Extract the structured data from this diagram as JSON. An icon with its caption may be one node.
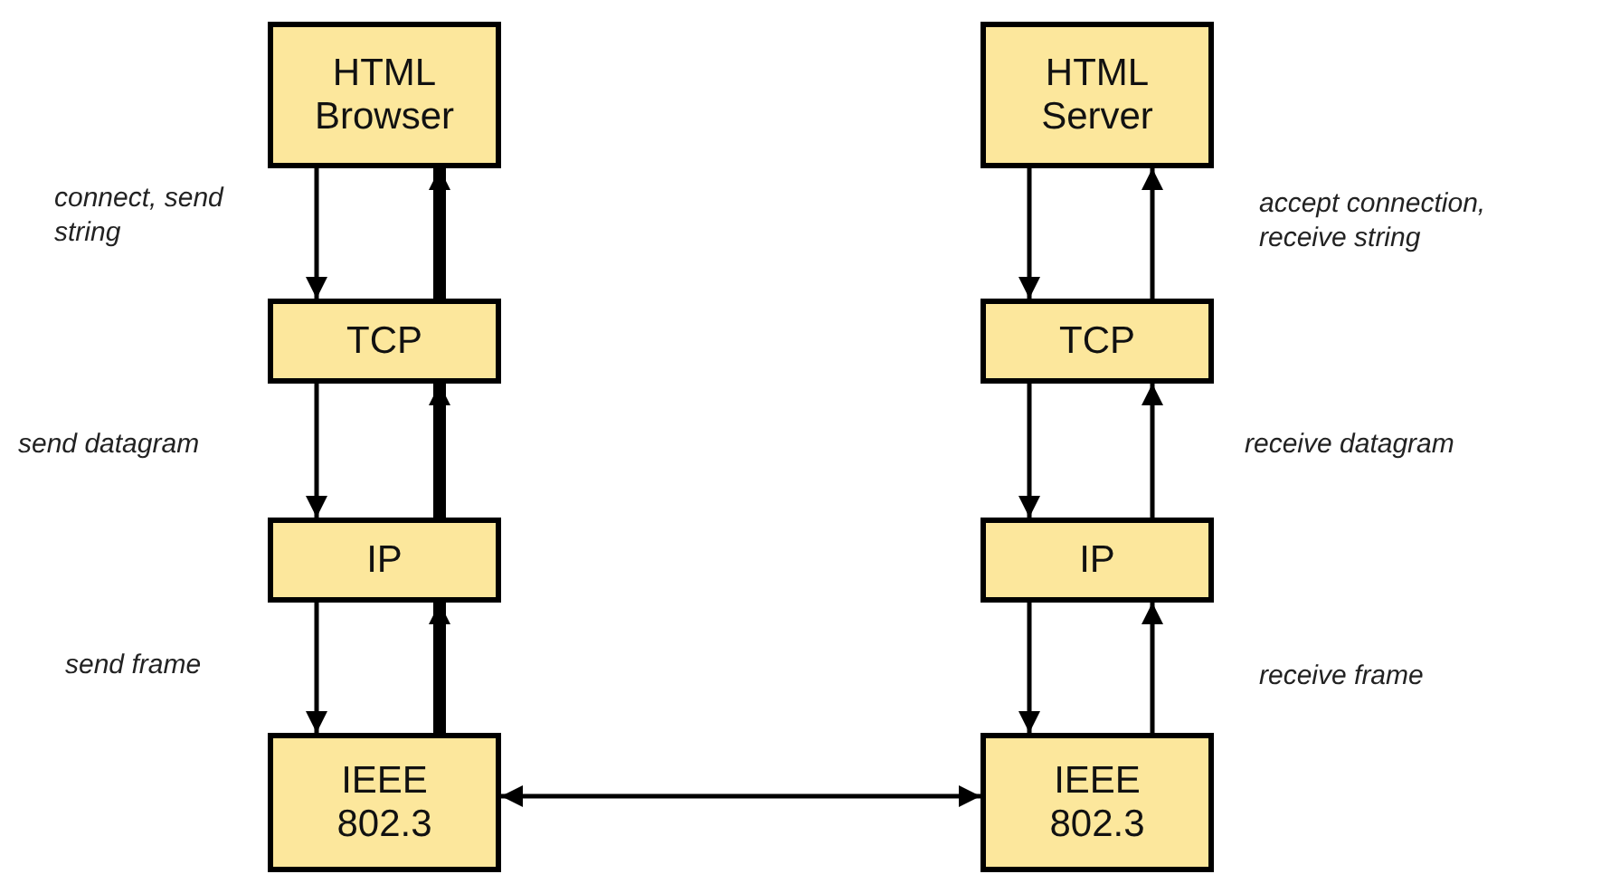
{
  "diagram": {
    "nodes": [
      {
        "text": [
          "HTML Browser"
        ]
      },
      {
        "text": [
          "TCP"
        ]
      },
      {
        "text": [
          "IP"
        ]
      },
      {
        "text": [
          "IEEE 802.3"
        ]
      },
      {
        "text": [
          "HTML Server"
        ]
      },
      {
        "text": [
          "TCP"
        ]
      },
      {
        "text": [
          "IP"
        ]
      },
      {
        "text": [
          "IEEE 802.3"
        ]
      }
    ],
    "edges": [
      {
        "from": 0,
        "to": 1,
        "arrow": "to"
      },
      {
        "from": 1,
        "to": 0,
        "arrow": "to",
        "style": "thick"
      },
      {
        "from": 1,
        "to": 2,
        "arrow": "to"
      },
      {
        "from": 2,
        "to": 1,
        "arrow": "to",
        "style": "thick"
      },
      {
        "from": 2,
        "to": 3,
        "arrow": "to"
      },
      {
        "from": 3,
        "to": 2,
        "arrow": "to",
        "style": "thick"
      },
      {
        "from": 4,
        "to": 5,
        "arrow": "to"
      },
      {
        "from": 5,
        "to": 4,
        "arrow": "to"
      },
      {
        "from": 5,
        "to": 6,
        "arrow": "to"
      },
      {
        "from": 6,
        "to": 5,
        "arrow": "to"
      },
      {
        "from": 6,
        "to": 7,
        "arrow": "to"
      },
      {
        "from": 7,
        "to": 6,
        "arrow": "to"
      },
      {
        "from": 3,
        "to": 7,
        "arrow": "both"
      }
    ],
    "labels": [
      "connect, send string",
      "accept connection, receive string",
      "send datagram",
      "receive datagram",
      "send frame",
      "receive frame"
    ]
  }
}
